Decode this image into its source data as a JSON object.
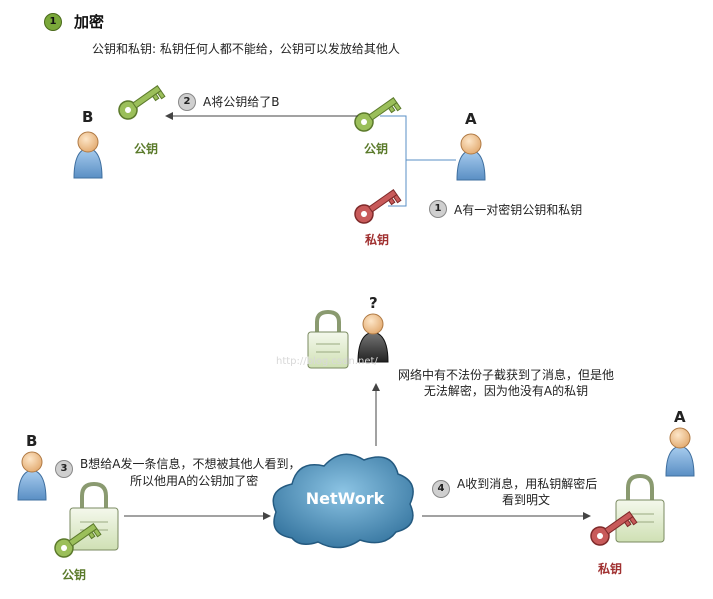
{
  "header": {
    "step_number": "1",
    "title": "加密",
    "subtitle": "公钥和私钥: 私钥任何人都不能给，公钥可以发放给其他人"
  },
  "top_section": {
    "person_b_label": "B",
    "person_a_label": "A",
    "public_key_label": "公钥",
    "private_key_label": "私钥",
    "step2_number": "2",
    "step2_text": "A将公钥给了B",
    "step1_number": "1",
    "step1_text": "A有一对密钥公钥和私钥"
  },
  "bottom_section": {
    "unknown_mark": "?",
    "watermark": "http://blog.csdn.net/",
    "interceptor_line1": "网络中有不法份子截获到了消息，但是他",
    "interceptor_line2": "无法解密，因为他没有A的私钥",
    "person_b_label": "B",
    "person_a_label": "A",
    "step3_number": "3",
    "step3_line1": "B想给A发一条信息，不想被其他人看到，",
    "step3_line2": "所以他用A的公钥加了密",
    "network_label": "NetWork",
    "step4_number": "4",
    "step4_line1": "A收到消息，用私钥解密后",
    "step4_line2": "看到明文",
    "public_key_label": "公钥",
    "private_key_label": "私钥"
  },
  "colors": {
    "public_key": "#9bbf5a",
    "private_key": "#c85a5a",
    "person_body": "#7aa9d6",
    "network_cloud": "#4f8fb5",
    "lock": "#d9e8c4"
  }
}
